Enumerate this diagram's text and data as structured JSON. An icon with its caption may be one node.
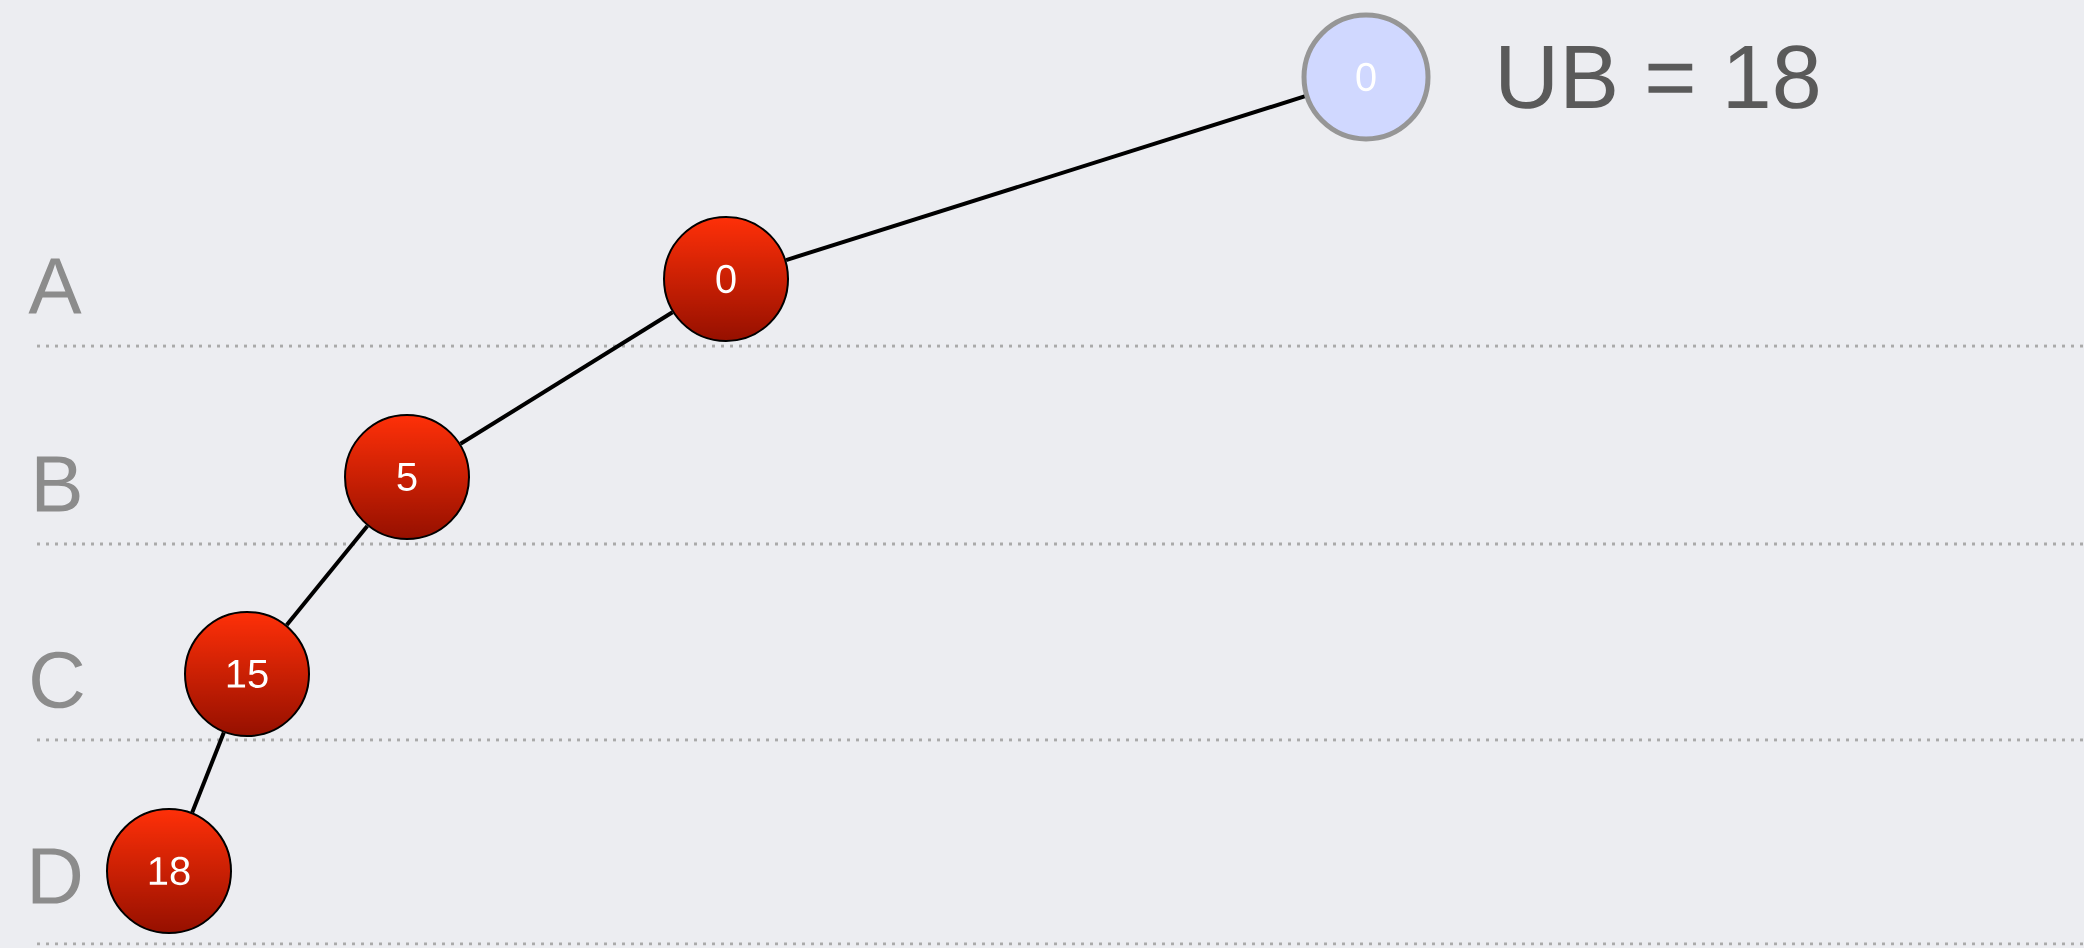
{
  "diagram": {
    "nodes": [
      {
        "text": [
          "0"
        ]
      },
      {
        "text": [
          "0"
        ]
      },
      {
        "text": [
          "5"
        ]
      },
      {
        "text": [
          "15"
        ]
      },
      {
        "text": [
          "18"
        ]
      }
    ],
    "edges": [
      {
        "from": 0,
        "to": 1,
        "arrow": "none"
      },
      {
        "from": 1,
        "to": 2,
        "arrow": "none"
      },
      {
        "from": 2,
        "to": 3,
        "arrow": "none"
      },
      {
        "from": 3,
        "to": 4,
        "arrow": "none"
      }
    ],
    "labels": [
      "UB = 18",
      "A",
      "B",
      "C",
      "D"
    ]
  }
}
